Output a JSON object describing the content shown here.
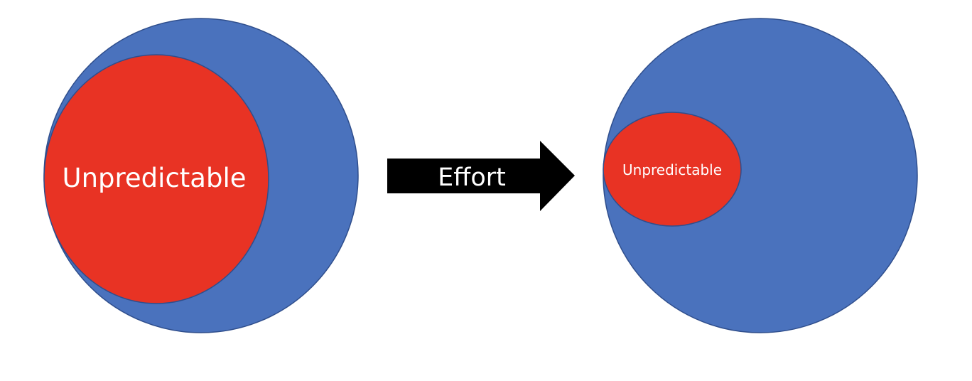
{
  "left": {
    "label": "Unpredictable"
  },
  "arrow": {
    "label": "Effort"
  },
  "right": {
    "label": "Unpredictable"
  },
  "colors": {
    "blue": "#4A72BD",
    "red": "#E83324",
    "border": "#2F4E8C",
    "arrow": "#000000"
  }
}
